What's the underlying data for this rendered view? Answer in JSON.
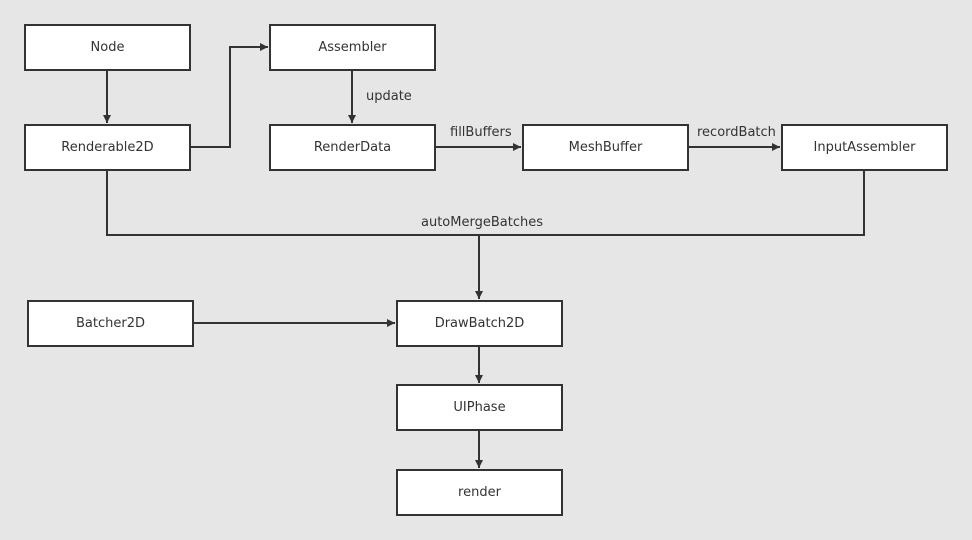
{
  "colors": {
    "background": "#e6e6e6",
    "box_fill": "#ffffff",
    "stroke": "#333333"
  },
  "nodes": {
    "node": "Node",
    "assembler": "Assembler",
    "renderable2d": "Renderable2D",
    "renderdata": "RenderData",
    "meshbuffer": "MeshBuffer",
    "inputassembler": "InputAssembler",
    "batcher2d": "Batcher2D",
    "drawbatch2d": "DrawBatch2D",
    "uiphase": "UIPhase",
    "render": "render"
  },
  "edge_labels": {
    "update": "update",
    "fillBuffers": "fillBuffers",
    "recordBatch": "recordBatch",
    "autoMergeBatches": "autoMergeBatches"
  }
}
